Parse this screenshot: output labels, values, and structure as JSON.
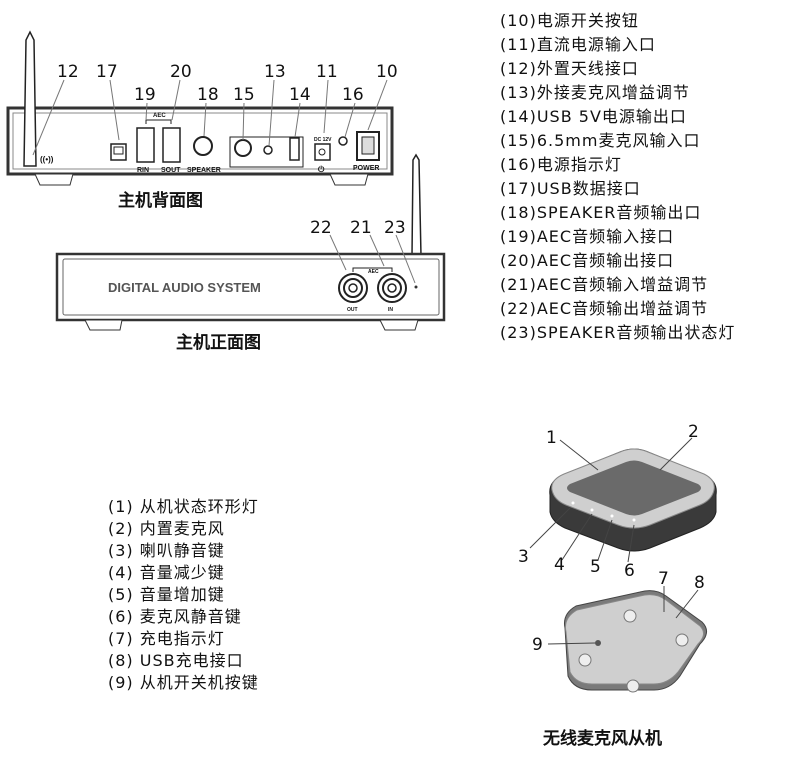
{
  "main_back": {
    "caption": "主机背面图",
    "callouts": [
      "12",
      "17",
      "19",
      "20",
      "18",
      "15",
      "13",
      "14",
      "11",
      "16",
      "10"
    ],
    "port_labels": {
      "rin": "RIN",
      "sout": "SOUT",
      "speaker": "SPEAKER",
      "power": "POWER",
      "dc": "DC 12V",
      "aec": "AEC"
    }
  },
  "main_front": {
    "caption": "主机正面图",
    "brand": "DIGITAL AUDIO SYSTEM",
    "callouts": [
      "22",
      "21",
      "23"
    ],
    "knob_labels": {
      "out": "OUT",
      "in": "IN",
      "aec": "AEC"
    }
  },
  "main_legend": [
    "(10)电源开关按钮",
    "(11)直流电源输入口",
    "(12)外置天线接口",
    "(13)外接麦克风增益调节",
    "(14)USB 5V电源输出口",
    "(15)6.5mm麦克风输入口",
    "(16)电源指示灯",
    "(17)USB数据接口",
    "(18)SPEAKER音频输出口",
    "(19)AEC音频输入接口",
    "(20)AEC音频输出接口",
    "(21)AEC音频输入增益调节",
    "(22)AEC音频输出增益调节",
    "(23)SPEAKER音频输出状态灯"
  ],
  "slave_legend": [
    "(1) 从机状态环形灯",
    "(2) 内置麦克风",
    "(3) 喇叭静音键",
    "(4) 音量减少键",
    "(5) 音量增加键",
    "(6) 麦克风静音键",
    "(7) 充电指示灯",
    "(8) USB充电接口",
    "(9) 从机开关机按键"
  ],
  "slave": {
    "caption": "无线麦克风从机",
    "callouts": [
      "1",
      "2",
      "3",
      "4",
      "5",
      "6",
      "7",
      "8",
      "9"
    ]
  }
}
